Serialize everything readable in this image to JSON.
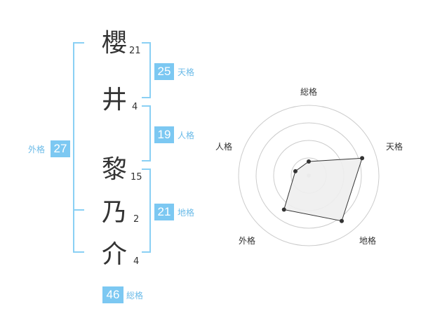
{
  "name_chars": [
    {
      "char": "櫻",
      "strokes": "21"
    },
    {
      "char": "井",
      "strokes": "4"
    },
    {
      "char": "黎",
      "strokes": "15"
    },
    {
      "char": "乃",
      "strokes": "2"
    },
    {
      "char": "介",
      "strokes": "4"
    }
  ],
  "fortunes": {
    "tenkaku": {
      "value": "25",
      "label": "天格"
    },
    "jinkaku": {
      "value": "19",
      "label": "人格"
    },
    "chikaku": {
      "value": "21",
      "label": "地格"
    },
    "gaikaku": {
      "value": "27",
      "label": "外格"
    },
    "soukaku": {
      "value": "46",
      "label": "総格"
    }
  },
  "chart_data": {
    "type": "radar",
    "axes": [
      "総格",
      "天格",
      "地格",
      "外格",
      "人格"
    ],
    "values": [
      1,
      4,
      4,
      3,
      1
    ],
    "max": 5,
    "rings": 4,
    "colors": {
      "fill": "#eeeeee",
      "stroke": "#333333",
      "grid": "#cccccc",
      "point": "#333333"
    }
  }
}
